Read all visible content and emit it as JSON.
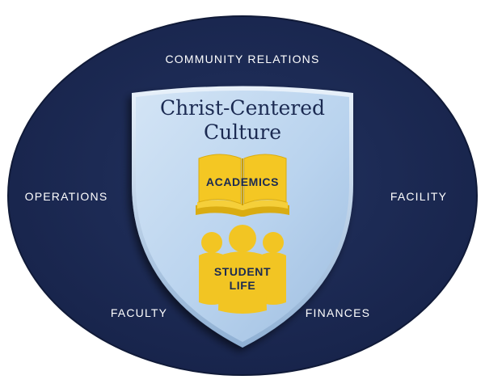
{
  "outer_labels": {
    "top": "COMMUNITY RELATIONS",
    "left": "OPERATIONS",
    "right": "FACILITY",
    "bottom_left": "FACULTY",
    "bottom_right": "FINANCES"
  },
  "shield": {
    "title_line1": "Christ-Centered",
    "title_line2": "Culture"
  },
  "book": {
    "label": "ACADEMICS",
    "icon": "open-book-icon"
  },
  "people": {
    "label_line1": "STUDENT",
    "label_line2": "LIFE",
    "icon": "people-group-icon"
  },
  "colors": {
    "navy": "#1b2a52",
    "shield_light": "#c5daf0",
    "shield_mid": "#a9c7e6",
    "gold": "#f2c523",
    "white": "#ffffff"
  }
}
